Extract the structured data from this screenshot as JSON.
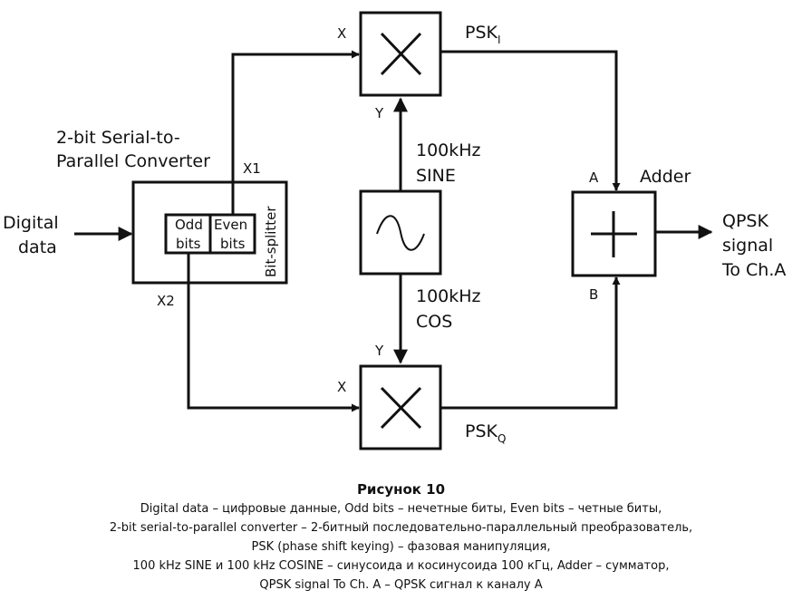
{
  "diagram": {
    "input": [
      "Digital",
      "data"
    ],
    "converter_title": [
      "2-bit Serial-to-",
      "Parallel Converter"
    ],
    "bit_splitter": "Bit-splitter",
    "odd_bits": [
      "Odd",
      "bits"
    ],
    "even_bits": [
      "Even",
      "bits"
    ],
    "x1": "X1",
    "x2": "X2",
    "mult_top": {
      "x": "X",
      "y": "Y"
    },
    "mult_bottom": {
      "x": "X",
      "y": "Y"
    },
    "psk_i": {
      "base": "PSK",
      "sub": "I"
    },
    "psk_q": {
      "base": "PSK",
      "sub": "Q"
    },
    "sine": [
      "100kHz",
      "SINE"
    ],
    "cos": [
      "100kHz",
      "COS"
    ],
    "adder": "Adder",
    "adder_a": "A",
    "adder_b": "B",
    "output": [
      "QPSK",
      "signal",
      "To Ch.A"
    ]
  },
  "caption": {
    "title": "Рисунок 10",
    "lines": [
      "Digital data – цифровые данные, Odd bits – нечетные биты, Even bits – четные биты,",
      "2-bit serial-to-parallel converter – 2-битный последовательно-параллельный преобразователь,",
      "PSK (phase shift keying) – фазовая манипуляция,",
      "100 kHz SINE и 100 kHz COSINE – синусоида и косинусоида 100 кГц, Adder – сумматор,",
      "QPSK signal To Ch. A – QPSK сигнал к каналу A"
    ]
  }
}
